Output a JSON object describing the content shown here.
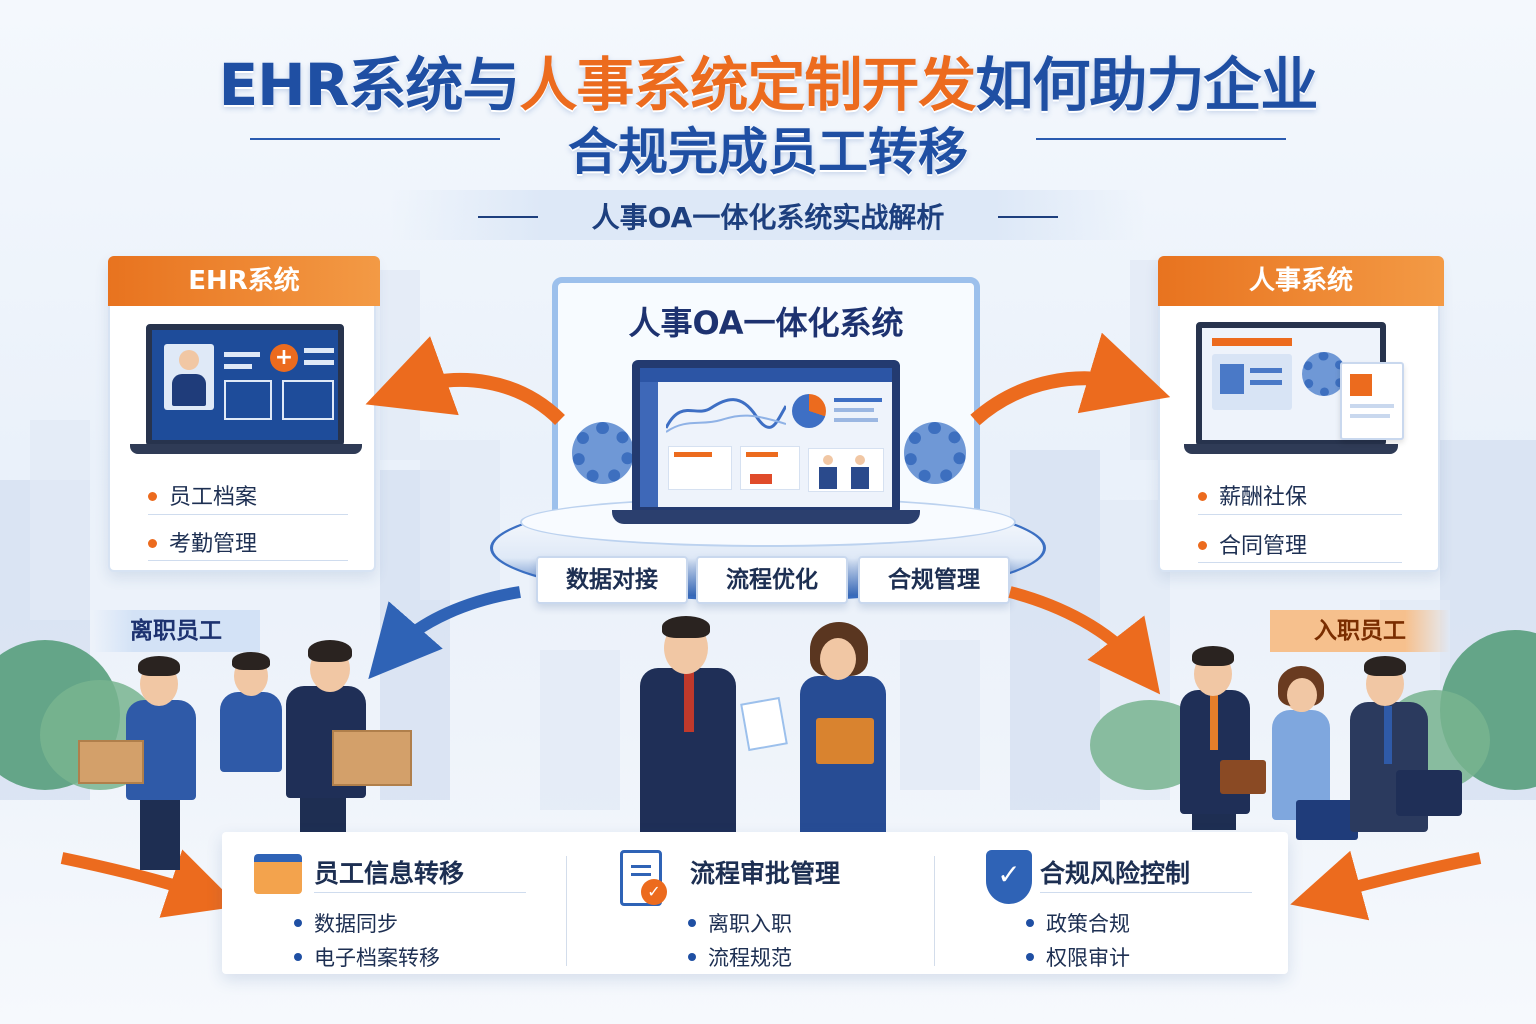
{
  "header": {
    "title_part1": "EHR系统与",
    "title_highlight": "人事系统定制开发",
    "title_part3": "如何助力企业",
    "title_line2": "合规完成员工转移",
    "subtitle": "人事OA一体化系统实战解析"
  },
  "left_card": {
    "heading": "EHR系统",
    "items": [
      "员工档案",
      "考勤管理"
    ]
  },
  "right_card": {
    "heading": "人事系统",
    "items": [
      "薪酬社保",
      "合同管理"
    ]
  },
  "center": {
    "title": "人事OA一体化系统",
    "pills": [
      "数据对接",
      "流程优化",
      "合规管理"
    ]
  },
  "ribbons": {
    "left": "离职员工",
    "right": "入职员工"
  },
  "bottom": {
    "columns": [
      {
        "title": "员工信息转移",
        "icon": "folder-icon",
        "items": [
          "数据同步",
          "电子档案转移"
        ]
      },
      {
        "title": "流程审批管理",
        "icon": "clipboard-check-icon",
        "items": [
          "离职入职",
          "流程规范"
        ]
      },
      {
        "title": "合规风险控制",
        "icon": "shield-check-icon",
        "items": [
          "政策合规",
          "权限审计"
        ]
      }
    ]
  },
  "colors": {
    "brand_blue": "#1f4fa3",
    "accent_orange": "#ec6b1e"
  }
}
